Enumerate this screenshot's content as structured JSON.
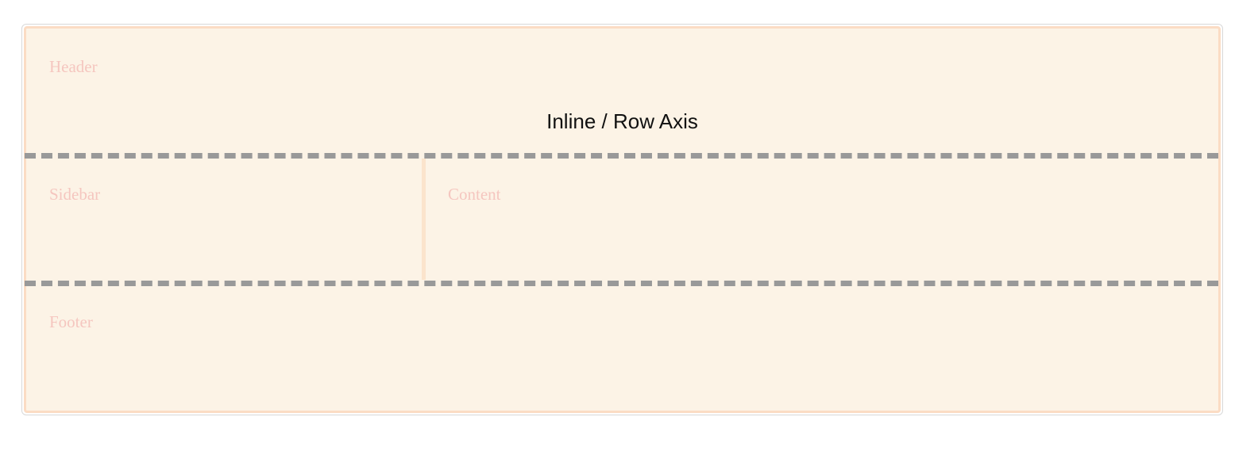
{
  "diagram": {
    "axis_label": "Inline / Row Axis",
    "areas": {
      "header": "Header",
      "sidebar": "Sidebar",
      "content": "Content",
      "footer": "Footer"
    },
    "colors": {
      "grid_background": "#fcf3e6",
      "grid_border": "#fbdcc4",
      "area_label": "#f5c6bf",
      "dashed_line": "#999999",
      "axis_label": "#111111"
    }
  }
}
